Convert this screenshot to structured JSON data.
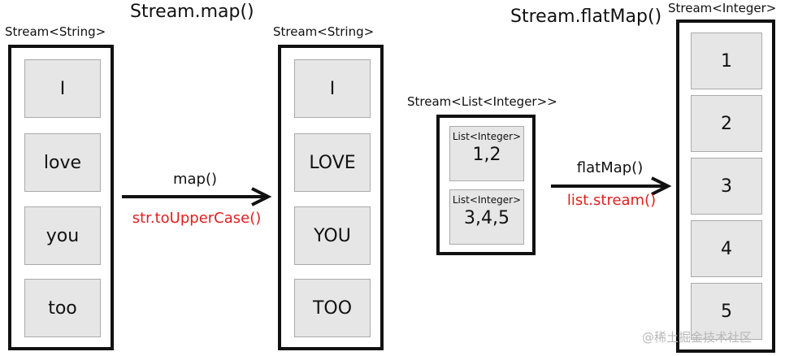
{
  "map_title": "Stream.map()",
  "flatmap_title": "Stream.flatMap()",
  "source_stream": {
    "type_label": "Stream<String>",
    "items": [
      "I",
      "love",
      "you",
      "too"
    ]
  },
  "mapped_stream": {
    "type_label": "Stream<String>",
    "items": [
      "I",
      "LOVE",
      "YOU",
      "TOO"
    ]
  },
  "map_arrow": {
    "label": "map()",
    "function": "str.toUpperCase()"
  },
  "list_stream": {
    "type_label": "Stream<List<Integer>>",
    "items": [
      {
        "type_label": "List<Integer>",
        "value": "1,2"
      },
      {
        "type_label": "List<Integer>",
        "value": "3,4,5"
      }
    ]
  },
  "flatmap_arrow": {
    "label": "flatMap()",
    "function": "list.stream()"
  },
  "integer_stream": {
    "type_label": "Stream<Integer>",
    "items": [
      "1",
      "2",
      "3",
      "4",
      "5"
    ]
  },
  "watermark": "@稀土掘金技术社区",
  "colors": {
    "function_text": "#e02020",
    "cell_fill": "#e6e6e6",
    "frame": "#111111"
  }
}
